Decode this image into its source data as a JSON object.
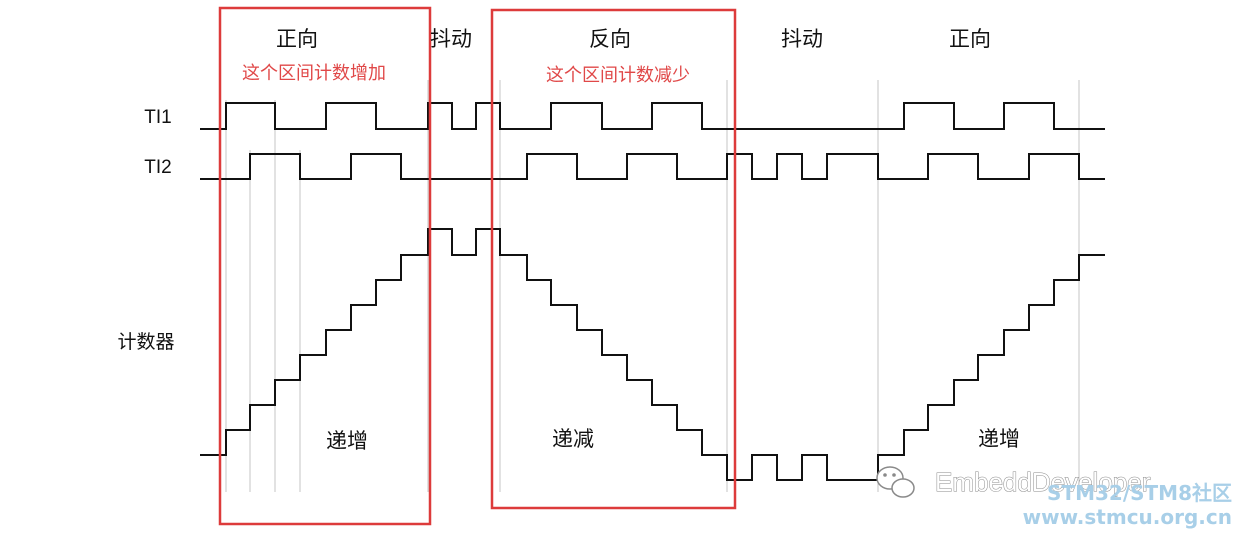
{
  "phases": {
    "forward_1": "正向",
    "jitter_1": "抖动",
    "reverse": "反向",
    "jitter_2": "抖动",
    "forward_2": "正向"
  },
  "annotations": {
    "increase_note": "这个区间计数增加",
    "decrease_note": "这个区间计数减少"
  },
  "signals": {
    "ti1": "TI1",
    "ti2": "TI2",
    "counter": "计数器"
  },
  "counter_trend": {
    "up_1": "递增",
    "down": "递减",
    "up_2": "递增"
  },
  "watermark": {
    "wechat_name": "EmbeddDeveloper",
    "community": "STM32/STM8社区",
    "url": "www.stmcu.org.cn"
  },
  "colors": {
    "highlight_box": "#dd3b3b",
    "annotation_text": "#e04848",
    "watermark_blue": "#a8cfe8"
  },
  "icons": {
    "watermark_logo": "wechat-icon"
  }
}
